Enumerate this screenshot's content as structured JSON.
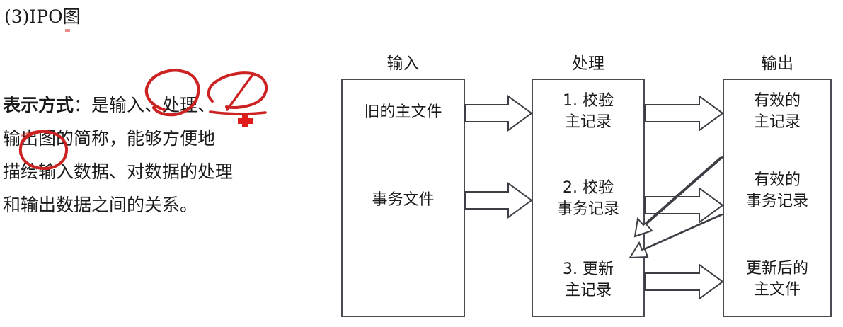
{
  "heading": "(3)IPO图",
  "body_text": {
    "lines": [
      {
        "bold": "表示方式",
        "rest": "：是输入、处理、"
      },
      {
        "bold": "",
        "rest": "输出图的简称，能够方便地"
      },
      {
        "bold": "",
        "rest": "描绘输入数据、对数据的处理"
      },
      {
        "bold": "",
        "rest": "和输出数据之间的关系。"
      }
    ]
  },
  "annotations": {
    "ink_color": "#cc2222",
    "marks": [
      {
        "name": "circle-shuru",
        "label": "输入"
      },
      {
        "name": "circle-chuli",
        "label": "处理"
      },
      {
        "name": "underline-chuli",
        "label": "处理"
      },
      {
        "name": "circle-shuchu",
        "label": "输出"
      },
      {
        "name": "red-square-dot",
        "label": ""
      }
    ]
  },
  "diagram": {
    "columns": [
      {
        "key": "input",
        "label": "输入"
      },
      {
        "key": "process",
        "label": "处理"
      },
      {
        "key": "output",
        "label": "输出"
      }
    ],
    "input_items": [
      {
        "text_lines": [
          "旧的主文件"
        ]
      },
      {
        "text_lines": [
          "事务文件"
        ]
      }
    ],
    "process_items": [
      {
        "num": "1.",
        "text_lines": [
          "1. 校验",
          "主记录"
        ]
      },
      {
        "num": "2.",
        "text_lines": [
          "2. 校验",
          "事务记录"
        ]
      },
      {
        "num": "3.",
        "text_lines": [
          "3. 更新",
          "主记录"
        ]
      }
    ],
    "output_items": [
      {
        "text_lines": [
          "有效的",
          "主记录"
        ]
      },
      {
        "text_lines": [
          "有效的",
          "事务记录"
        ]
      },
      {
        "text_lines": [
          "更新后的",
          "主文件"
        ]
      }
    ],
    "flows": [
      {
        "name": "input-to-process-1",
        "from": "旧的主文件",
        "to": "1. 校验主记录"
      },
      {
        "name": "input-to-process-2",
        "from": "事务文件",
        "to": "2. 校验事务记录"
      },
      {
        "name": "process-to-output-1",
        "from": "1. 校验主记录",
        "to": "有效的主记录"
      },
      {
        "name": "process-to-output-2",
        "from": "2. 校验事务记录",
        "to": "有效的事务记录"
      },
      {
        "name": "process-to-output-3",
        "from": "3. 更新主记录",
        "to": "更新后的主文件"
      },
      {
        "name": "output-feedback-1",
        "from": "有效的主记录",
        "to": "3. 更新主记录"
      },
      {
        "name": "output-feedback-2",
        "from": "有效的事务记录",
        "to": "3. 更新主记录"
      }
    ],
    "box_border_color": "#4a4a52",
    "arrow_stroke_color": "#3d3d45"
  }
}
